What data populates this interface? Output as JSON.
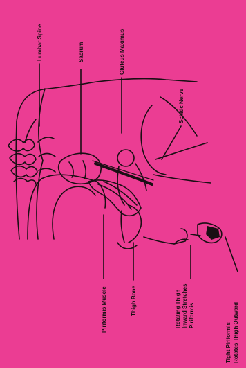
{
  "labels": {
    "lumbar_spine": "Lumbar Spine",
    "sacrum": "Sacrum",
    "gluteus_maximus": "Gluteus Maximus",
    "sciatic_nerve": "Sciatic Nerve",
    "piriformis_muscle": "Piriformis Muscle",
    "thigh_bone": "Thigh Bone",
    "rotating_1": "Rotating Thigh",
    "rotating_2": "Inward Stretches",
    "rotating_3": "Piriformis",
    "tight_1": "Tight Piriformis",
    "tight_2": "Rotates Thigh Outward"
  },
  "colors": {
    "background": "#eb3d93",
    "ink": "#1a0f14"
  }
}
